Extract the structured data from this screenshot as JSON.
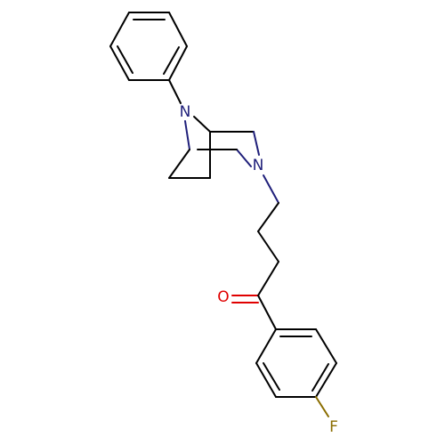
{
  "molecule": {
    "colors": {
      "bond": "#000000",
      "nitrogen": "#1f1f7a",
      "oxygen": "#e00000",
      "fluorine": "#8a6d00"
    },
    "atom_labels": {
      "n_bridge": "N",
      "n_ring": "N",
      "o_carbonyl": "O",
      "f_aryl": "F"
    }
  }
}
